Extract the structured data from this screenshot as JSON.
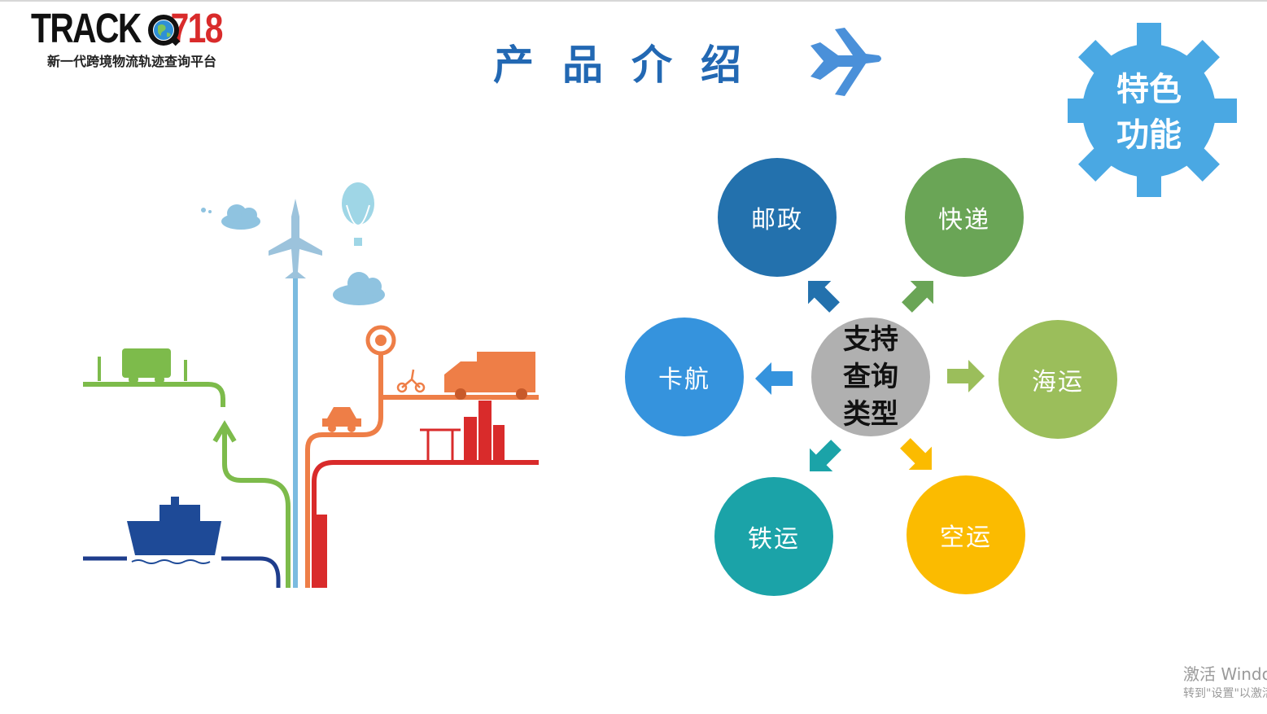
{
  "logo": {
    "part_black": "TRACK",
    "part_red": "718",
    "tagline": "新一代跨境物流轨迹查询平台"
  },
  "title": "产品介绍",
  "badge": "特色功能",
  "diagram": {
    "center": "支持查询类型",
    "nodes": [
      {
        "id": "postal",
        "label": "邮政",
        "color": "#2371ad"
      },
      {
        "id": "express",
        "label": "快递",
        "color": "#6aa556"
      },
      {
        "id": "truck",
        "label": "卡航",
        "color": "#3593dd"
      },
      {
        "id": "sea",
        "label": "海运",
        "color": "#9bbe5b"
      },
      {
        "id": "rail",
        "label": "铁运",
        "color": "#1ba3a8"
      },
      {
        "id": "air",
        "label": "空运",
        "color": "#fbbb00"
      }
    ]
  },
  "colors": {
    "title": "#2268b3",
    "gear": "#4aa8e3",
    "center": "#b0b0b0",
    "logo_red": "#d92b2b"
  },
  "icons": [
    "airplane-icon",
    "gear-icon",
    "globe-icon"
  ],
  "watermark": {
    "line1": "激活 Windows",
    "line2": "转到\"设置\"以激活 Windows。"
  }
}
